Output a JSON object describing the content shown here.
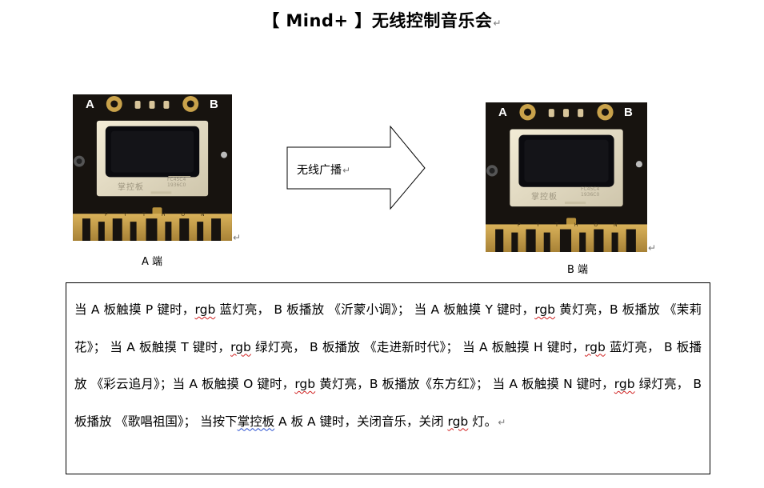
{
  "title": "【 Mind+ 】无线控制音乐会",
  "paragraph_mark": "↵",
  "board_a": {
    "pin_left": "A",
    "pin_right": "B",
    "chip_brand": "掌控板",
    "chip_code": "FC45C4 1936C0",
    "edge_text": "PYTHON"
  },
  "board_b": {
    "pin_left": "A",
    "pin_right": "B",
    "chip_brand": "掌控板",
    "chip_code": "FC45C4 1936C0",
    "edge_text": "PYTHON"
  },
  "caption_a": "A 端",
  "caption_b": "B 端",
  "arrow_label": "无线广播",
  "description": [
    {
      "t": "当 A 板触摸 P 键时，"
    },
    {
      "t": "rgb",
      "s": "sq"
    },
    {
      "t": " 蓝灯亮，  B 板播放  《沂蒙小调》；    当 A 板触摸 Y 键时，"
    },
    {
      "t": "rgb",
      "s": "sq"
    },
    {
      "t": " 黄灯亮，B 板播放  《茉莉花》；  当 A 板触摸 T 键时，"
    },
    {
      "t": "rgb",
      "s": "sq"
    },
    {
      "t": " 绿灯亮，  B 板播放  《走进新时代》；  当 A 板触摸 H 键时，"
    },
    {
      "t": "rgb",
      "s": "sq"
    },
    {
      "t": " 蓝灯亮，  B 板播放  《彩云追月》；当 A 板触摸 O 键时，"
    },
    {
      "t": "rgb",
      "s": "sq"
    },
    {
      "t": " 黄灯亮，B 板播放《东方红》；  当 A 板触摸 N 键时，"
    },
    {
      "t": "rgb",
      "s": "sq"
    },
    {
      "t": " 绿灯亮，  B 板播放  《歌唱祖国》；  当按下"
    },
    {
      "t": "掌控板",
      "s": "sq-b"
    },
    {
      "t": " A 板 A 键时，关闭音乐，关闭 "
    },
    {
      "t": "rgb",
      "s": "sq"
    },
    {
      "t": " 灯。"
    }
  ]
}
